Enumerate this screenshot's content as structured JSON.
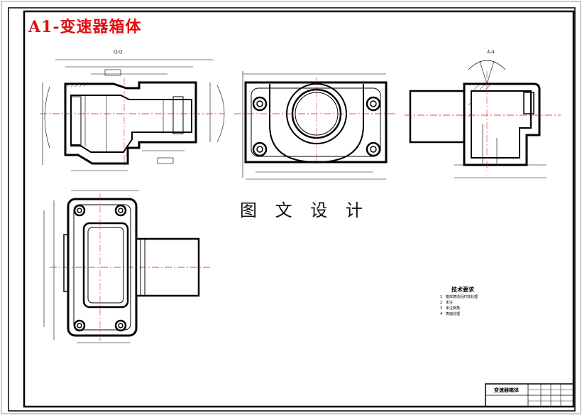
{
  "drawing": {
    "title": "A1-变速器箱体",
    "watermark": "图 文 设 计",
    "section_label_main": "Q-Q",
    "section_label_side": "A-A",
    "technical_requirements": {
      "heading": "技术要求",
      "items": [
        {
          "num": "1",
          "text": "箱体铸造后时效处理"
        },
        {
          "num": "2",
          "text": "未注"
        },
        {
          "num": "3",
          "text": "未注倒角"
        },
        {
          "num": "4",
          "text": "表面处理"
        }
      ]
    },
    "title_block": {
      "part_name": "变速器箱体"
    },
    "colors": {
      "title": "#e01010",
      "centerline": "#e01010",
      "lines": "#000000"
    }
  }
}
